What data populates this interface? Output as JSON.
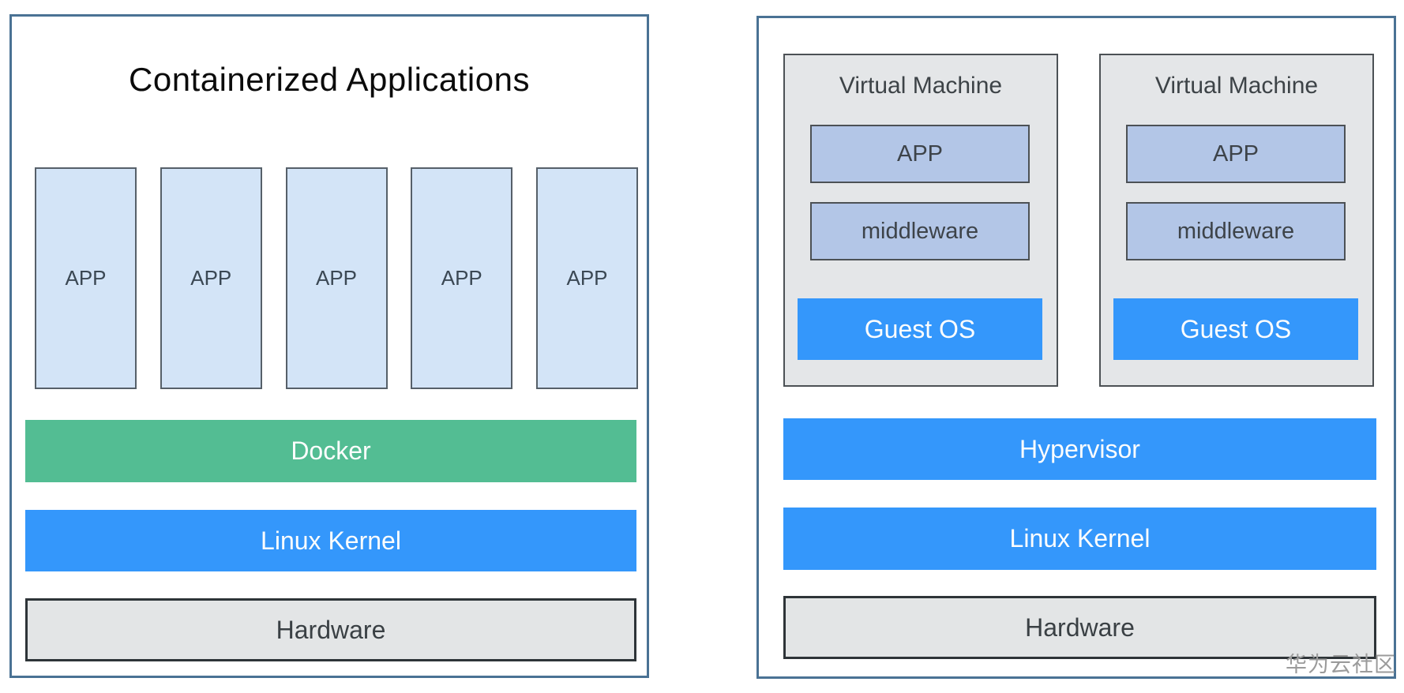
{
  "diagram": {
    "left_panel": {
      "title": "Containerized Applications",
      "app_boxes": [
        "APP",
        "APP",
        "APP",
        "APP",
        "APP"
      ],
      "layers": {
        "docker": {
          "label": "Docker",
          "color": "#53bd93"
        },
        "linux_kernel": {
          "label": "Linux Kernel",
          "color": "#3497fb"
        },
        "hardware": {
          "label": "Hardware",
          "color": "#e3e5e6"
        }
      }
    },
    "right_panel": {
      "vms": [
        {
          "title": "Virtual Machine",
          "app_label": "APP",
          "middleware_label": "middleware",
          "guest_os_label": "Guest OS"
        },
        {
          "title": "Virtual Machine",
          "app_label": "APP",
          "middleware_label": "middleware",
          "guest_os_label": "Guest OS"
        }
      ],
      "layers": {
        "hypervisor": {
          "label": "Hypervisor",
          "color": "#3497fb"
        },
        "linux_kernel": {
          "label": "Linux Kernel",
          "color": "#3497fb"
        },
        "hardware": {
          "label": "Hardware",
          "color": "#e3e5e6"
        }
      }
    },
    "watermark": "华为云社区"
  },
  "colors": {
    "panel_border": "#4a7294",
    "container_app_fill": "#d3e4f7",
    "container_app_border": "#566069",
    "vm_fill": "#e4e6e8",
    "vm_border": "#4c5155",
    "vm_inner_box_fill": "#b3c6e7",
    "docker_green": "#53bd93",
    "layer_blue": "#3497fb",
    "hardware_fill": "#e3e5e6",
    "hardware_border": "#2e3438",
    "watermark_gray": "#9b9b9b",
    "background": "#ffffff"
  }
}
